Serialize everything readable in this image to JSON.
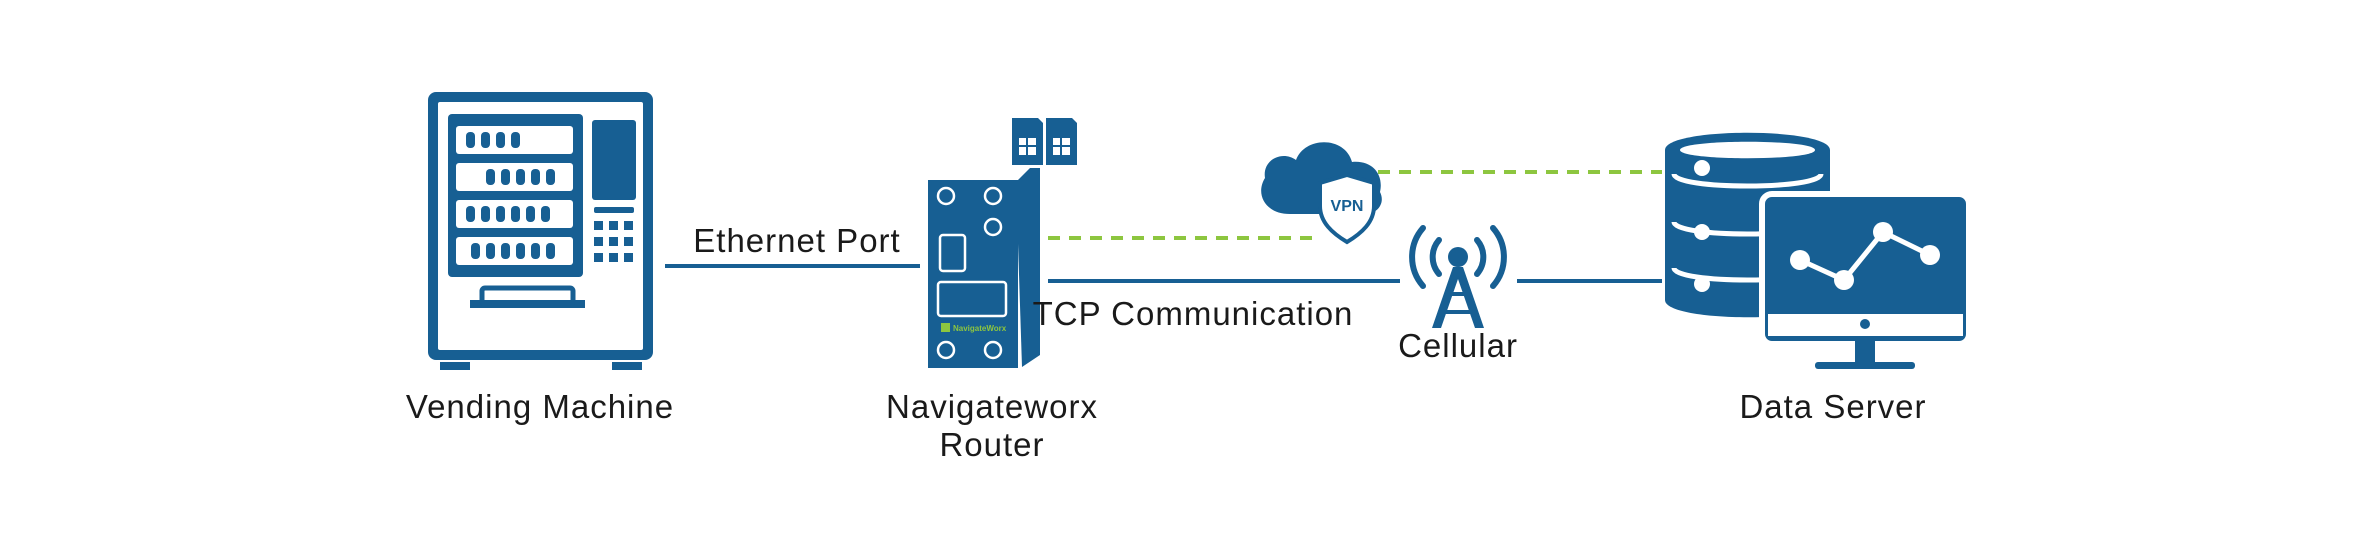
{
  "labels": {
    "vending_machine": "Vending Machine",
    "router_line1": "Navigateworx",
    "router_line2": "Router",
    "ethernet_port": "Ethernet Port",
    "tcp_communication": "TCP Communication",
    "cellular": "Cellular",
    "data_server": "Data Server",
    "vpn": "VPN",
    "router_brand": "NavigateWorx"
  },
  "colors": {
    "primary": "#175f93",
    "vpn_link": "#8dc63f",
    "brand_green": "#8dc63f",
    "text": "#1a1a1a"
  },
  "icons": {
    "vending": "vending-machine-icon",
    "router": "router-icon",
    "sim": "sim-card-icon",
    "cloud": "vpn-cloud-icon",
    "tower": "cell-tower-icon",
    "server": "database-server-icon",
    "monitor": "monitor-chart-icon"
  }
}
